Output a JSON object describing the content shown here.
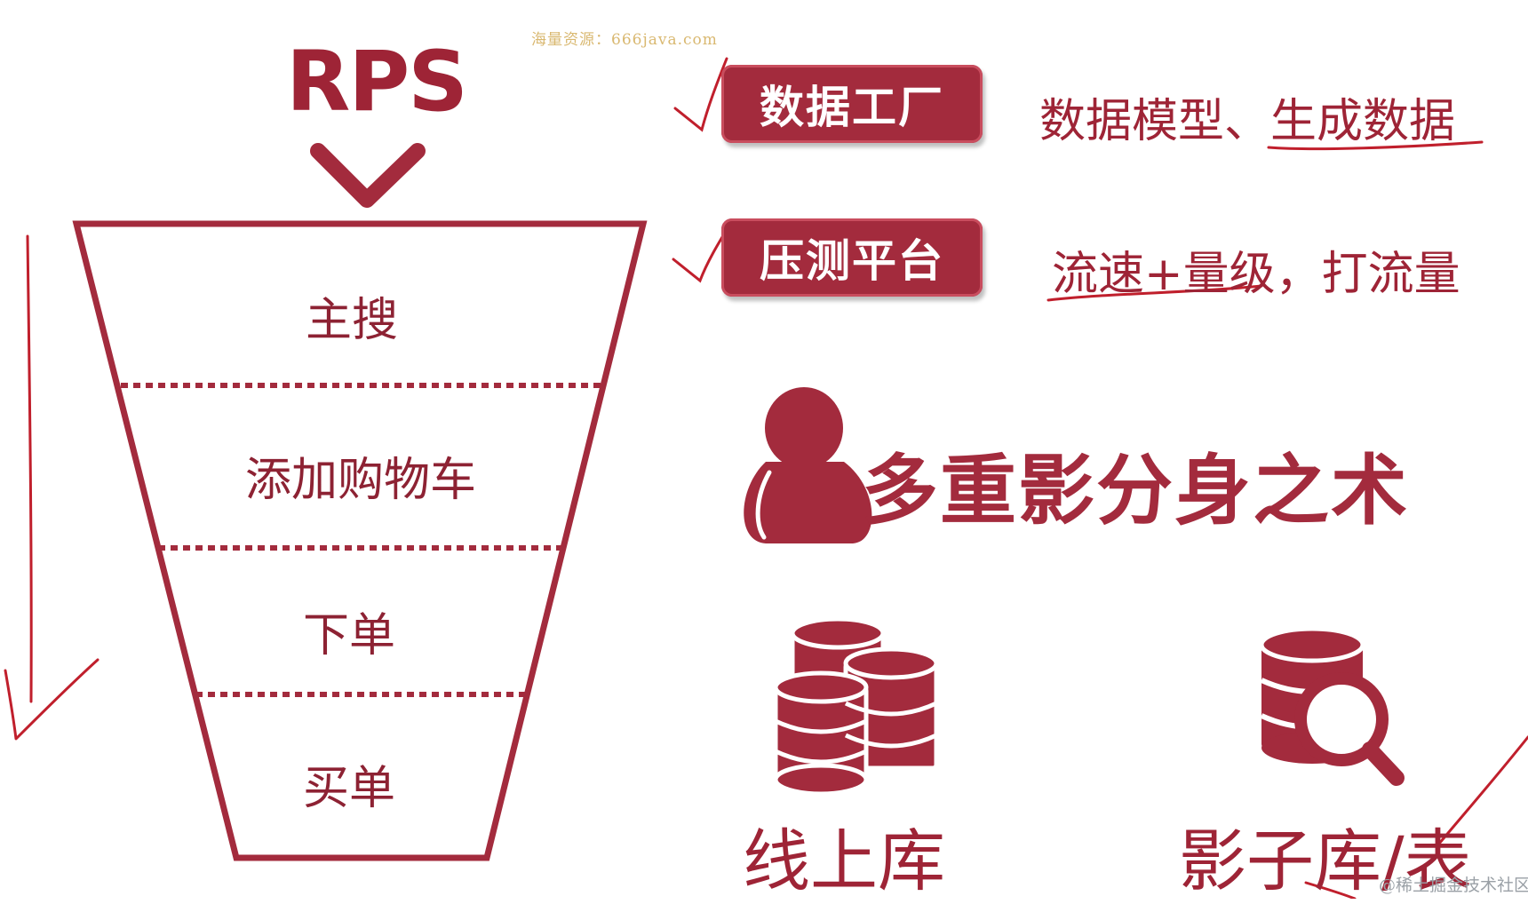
{
  "watermark_top": "海量资源：666java.com",
  "rps_title": "RPS",
  "funnel": {
    "stages": [
      "主搜",
      "添加购物车",
      "下单",
      "买单"
    ]
  },
  "tags": [
    {
      "label": "数据工厂",
      "desc_plain": "数据模型、",
      "desc_underlined": "生成数据"
    },
    {
      "label": "压测平台",
      "desc_underlined": "流速+量级",
      "desc_plain": "，打流量"
    }
  ],
  "main_heading": "多重影分身之术",
  "databases": {
    "online_label": "线上库",
    "shadow_label": "影子库/表"
  },
  "watermark_bottom": "@稀土掘金技术社区",
  "colors": {
    "brand_red": "#a32b3d",
    "ink_red": "#c01f2c",
    "watermark_gold": "#d9b870"
  }
}
